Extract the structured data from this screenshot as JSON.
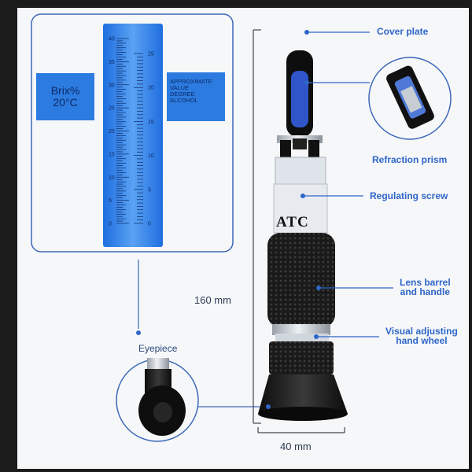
{
  "scale_panel": {
    "left_label_line1": "Brix%",
    "left_label_line2": "20°C",
    "right_label_lines": [
      "APPROXIMATE",
      "VALUE",
      "DEGREE",
      "ALCOHOL"
    ],
    "brix_ticks": [
      "40",
      "35",
      "30",
      "25",
      "20",
      "15",
      "10",
      "5",
      "0"
    ],
    "alcohol_ticks": [
      "25",
      "20",
      "15",
      "10",
      "5",
      "0"
    ]
  },
  "device": {
    "body_label": "ATC"
  },
  "callouts": {
    "cover_plate": "Cover plate",
    "refraction_prism": "Refraction prism",
    "regulating_screw": "Regulating screw",
    "lens_barrel_line1": "Lens barrel",
    "lens_barrel_line2": "and handle",
    "visual_adjusting_line1": "Visual adjusting",
    "visual_adjusting_line2": "hand wheel",
    "eyepiece": "Eyepiece"
  },
  "dimensions": {
    "height": "160 mm",
    "width": "40 mm"
  },
  "colors": {
    "accent": "#2e66c8",
    "scale_blue": "#2c7be0",
    "device_black": "#151515"
  }
}
